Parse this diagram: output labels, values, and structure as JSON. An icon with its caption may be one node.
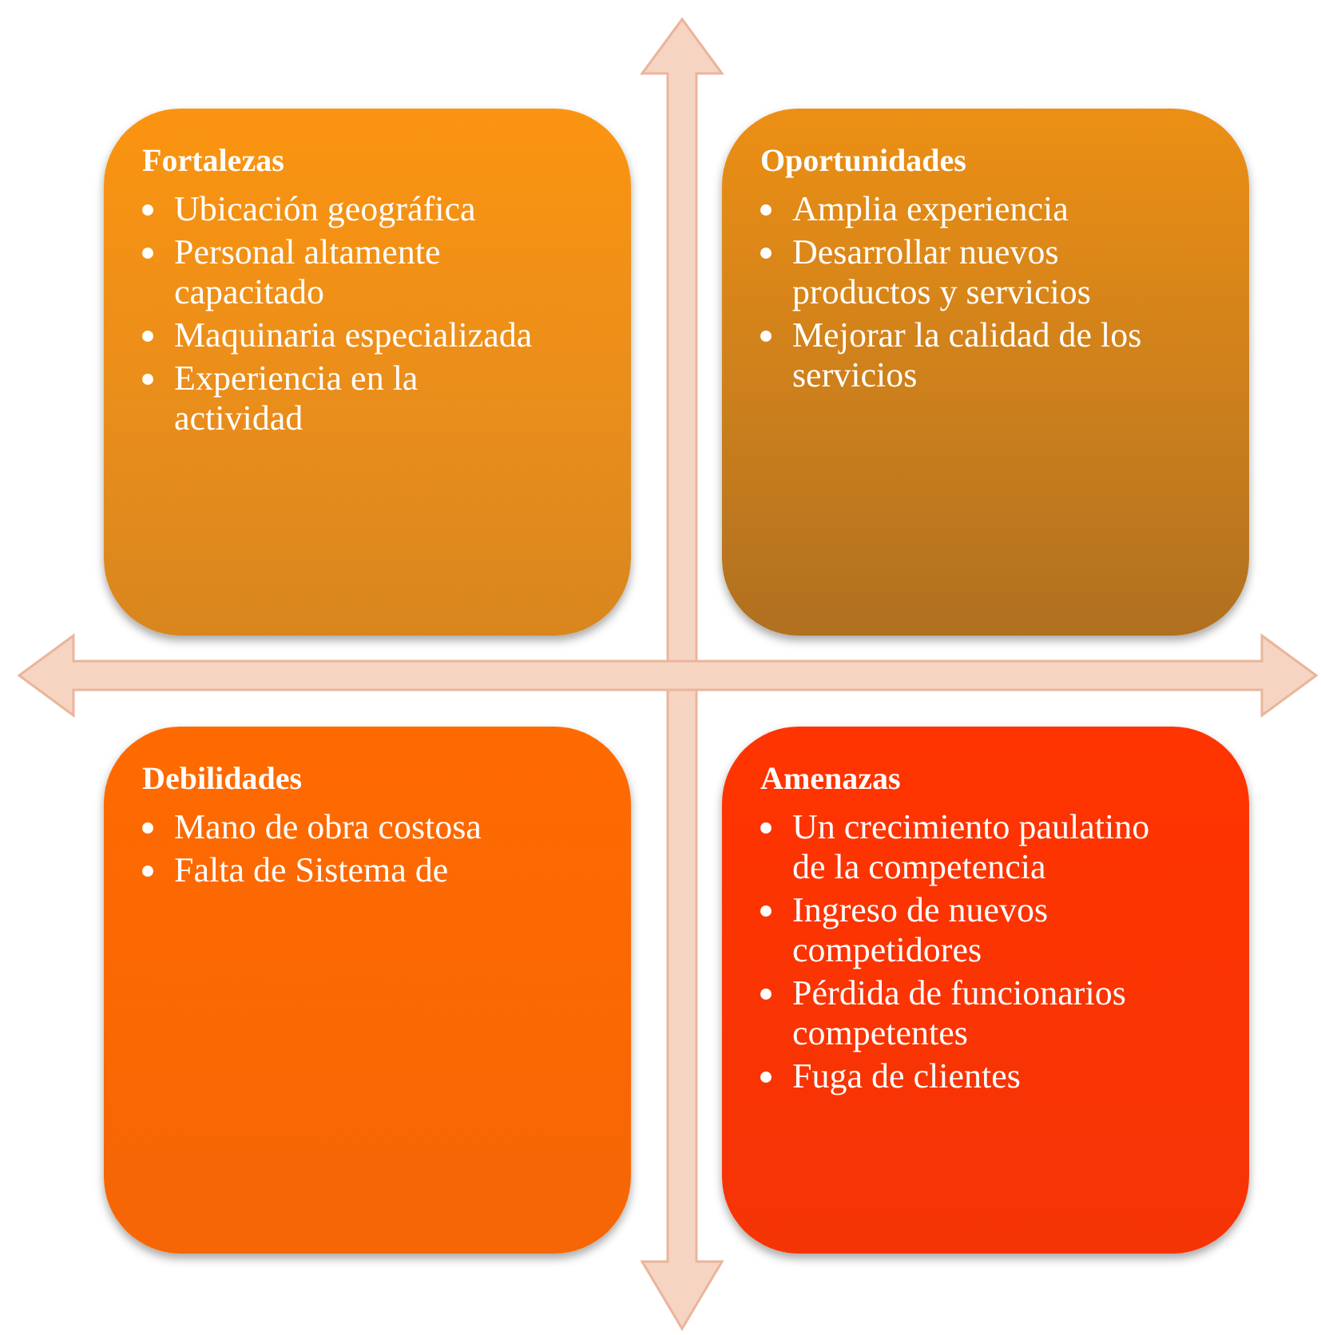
{
  "diagram": {
    "nodes": [
      {
        "text": [
          "Fortalezas",
          "Ubicación geográfica",
          "Personal altamente capacitado",
          "Maquinaria especializada",
          "Experiencia en la actividad"
        ]
      },
      {
        "text": [
          "Oportunidades",
          "Amplia experiencia",
          "Desarrollar nuevos productos y servicios",
          "Mejorar la calidad de los servicios"
        ]
      },
      {
        "text": [
          "Debilidades",
          "Mano de obra costosa",
          "Falta de Sistema de"
        ]
      },
      {
        "text": [
          "Amenazas",
          "Un crecimiento paulatino de la competencia",
          "Ingreso de nuevos competidores",
          "Pérdida de funcionarios competentes",
          "Fuga de clientes"
        ]
      }
    ]
  }
}
